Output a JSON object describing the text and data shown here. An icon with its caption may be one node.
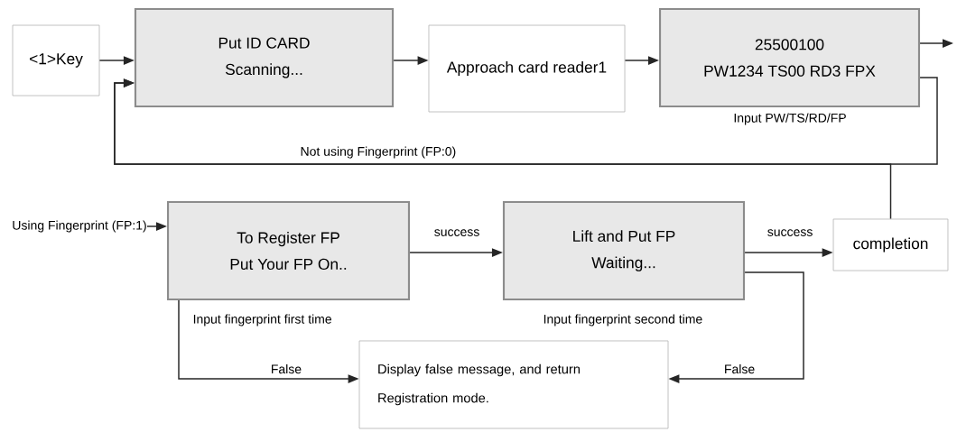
{
  "diagram": {
    "nodes": [
      {
        "text": [
          "<1>Key"
        ]
      },
      {
        "text": [
          "Put ID CARD",
          "Scanning..."
        ]
      },
      {
        "text": [
          "Approach card reader1"
        ]
      },
      {
        "text": [
          "25500100",
          "PW1234 TS00 RD3 FPX"
        ],
        "beside": [
          "Input PW/TS/RD/FP"
        ]
      },
      {
        "text": [
          "Using Fingerprint (FP:1)"
        ]
      },
      {
        "text": [
          "To Register FP",
          "Put Your FP On.."
        ],
        "beside": [
          "Input fingerprint first time"
        ]
      },
      {
        "text": [
          "Lift and Put FP",
          "Waiting..."
        ],
        "beside": [
          "Input fingerprint second time"
        ]
      },
      {
        "text": [
          "completion"
        ]
      },
      {
        "text": [
          "Display false message, and return Registration mode."
        ]
      }
    ],
    "edges": [
      {
        "from": 0,
        "to": 1,
        "arrow": "to"
      },
      {
        "from": 1,
        "to": 2,
        "arrow": "to"
      },
      {
        "from": 2,
        "to": 3,
        "arrow": "to"
      },
      {
        "from": 3,
        "to": null,
        "arrow": "to"
      },
      {
        "from": 3,
        "to": 1,
        "arrow": "to",
        "label": "Not using Fingerprint (FP:0)"
      },
      {
        "from": 7,
        "to": 1,
        "arrow": "to"
      },
      {
        "from": 4,
        "to": 5,
        "arrow": "to"
      },
      {
        "from": 5,
        "to": 6,
        "arrow": "to",
        "label": "success"
      },
      {
        "from": 6,
        "to": 7,
        "arrow": "to",
        "label": "success"
      },
      {
        "from": 5,
        "to": 8,
        "arrow": "to",
        "label": "False"
      },
      {
        "from": 6,
        "to": 8,
        "arrow": "to",
        "label": "False"
      }
    ]
  }
}
